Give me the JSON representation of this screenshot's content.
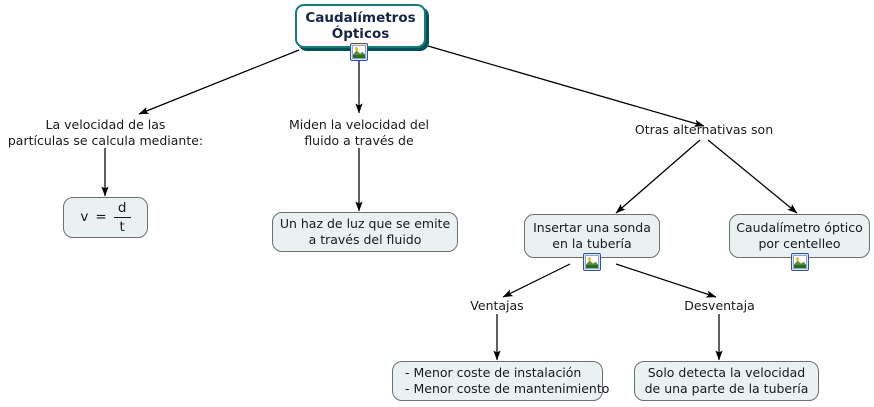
{
  "map": {
    "title": "Caudalímetros Ópticos",
    "background": "#ffffff",
    "root_border_color": "#0d7d82",
    "root_shadow_color": "#0b4f52",
    "node_fill_color": "#eaf1f3",
    "node_border_color": "#6e6e6e",
    "edge_color": "#000000"
  },
  "nodes": {
    "root": {
      "line1": "Caudalímetros",
      "line2": "Ópticos",
      "icon": "picture-icon"
    },
    "label_left": {
      "line1": "La velocidad de las",
      "line2": "partículas se calcula mediante:"
    },
    "label_center": {
      "line1": "Miden la velocidad del",
      "line2": "fluido a través de"
    },
    "label_right": {
      "text": "Otras alternativas son"
    },
    "formula": {
      "v": "v",
      "equals": "=",
      "numerator": "d",
      "denominator": "t"
    },
    "light_beam": {
      "line1": "Un haz de luz que se emite",
      "line2": "a través del fluido"
    },
    "probe": {
      "line1": "Insertar una sonda",
      "line2": "en la tubería",
      "icon": "picture-icon"
    },
    "scintillation": {
      "line1": "Caudalímetro óptico",
      "line2": "por centelleo",
      "icon": "picture-icon"
    },
    "label_advantages": {
      "text": "Ventajas"
    },
    "label_disadvantages": {
      "text": "Desventaja"
    },
    "advantages": {
      "line1": "- Menor coste de instalación",
      "line2": "- Menor coste de mantenimiento"
    },
    "disadvantages": {
      "line1": "Solo detecta la velocidad",
      "line2": "de una parte de la tubería"
    }
  }
}
